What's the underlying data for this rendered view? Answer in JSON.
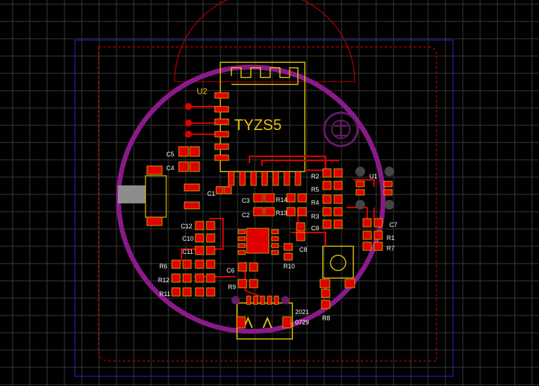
{
  "board": {
    "module_label": "TYZS5",
    "module_ref": "U2",
    "date_year": "2021",
    "date_code": "0729"
  },
  "designators": {
    "c5": "C5",
    "c4": "C4",
    "c1": "C1",
    "c3": "C3",
    "c2": "C2",
    "r14": "R14",
    "r13": "R13",
    "r2": "R2",
    "r5": "R5",
    "r4": "R4",
    "r3": "R3",
    "c9": "C9",
    "c8": "C8",
    "u1": "U1",
    "c7": "C7",
    "r1": "R1",
    "r7": "R7",
    "c12": "C12",
    "c10": "C10",
    "c11": "C11",
    "r6": "R6",
    "r12": "R12",
    "r11": "R11",
    "c6": "C6",
    "r9": "R9",
    "r10": "R10",
    "r8": "R8"
  },
  "colors": {
    "background": "#000000",
    "grid": "#3a3a3a",
    "board_outline": "#8a1a8a",
    "copper": "#e00000",
    "silkscreen": "#e6c200",
    "keepout": "#c00000",
    "layer_boundary": "#1a1a8c",
    "pad_gray": "#8c8c8c"
  }
}
